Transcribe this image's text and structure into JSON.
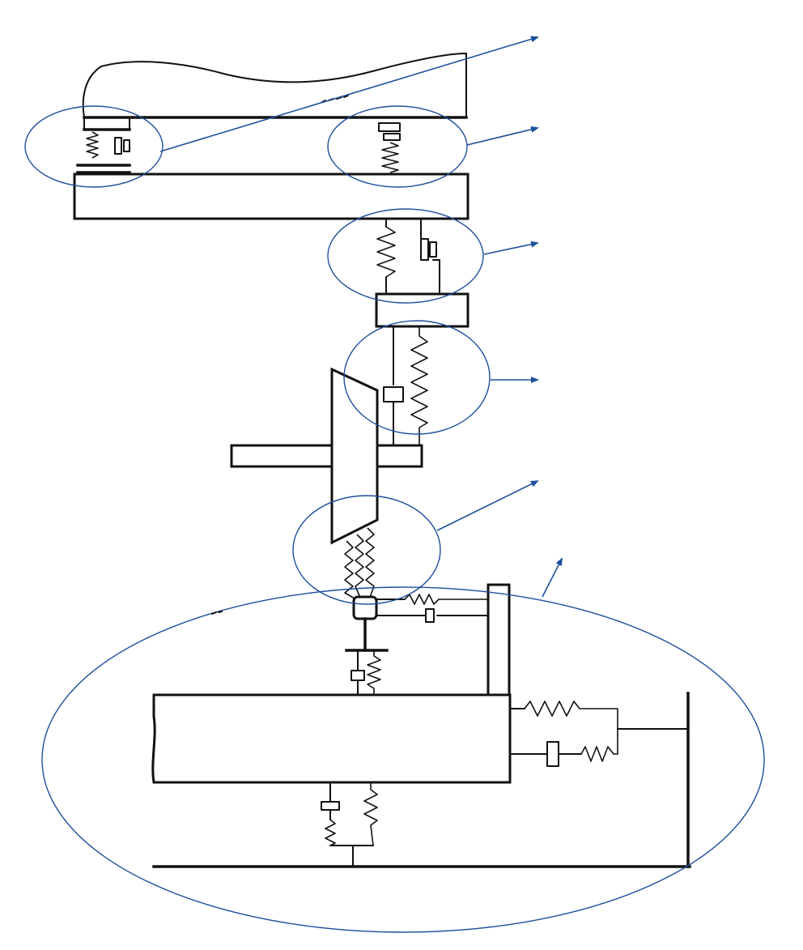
{
  "colors": {
    "ink": "#111111",
    "highlight_ring": "#1f4e9c",
    "leader_arrow": "#1a4f9c",
    "background": "#ffffff"
  },
  "regions": [
    "upper-left-mount",
    "upper-right-mount",
    "beam-to-block-coupling",
    "block-to-wedge-coupling",
    "wedge-tip-springs",
    "base-assembly"
  ],
  "leader_arrows": 6
}
